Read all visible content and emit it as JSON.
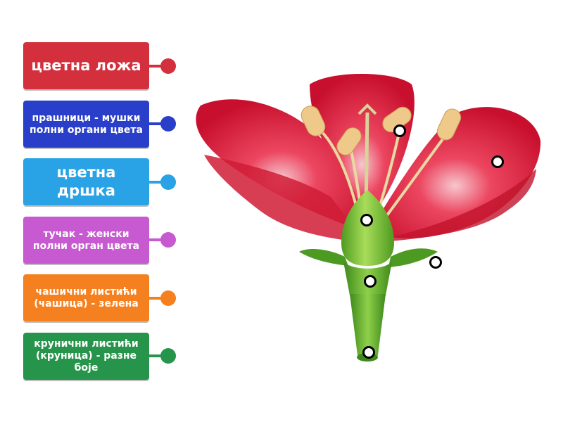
{
  "labels": [
    {
      "text": "цветна ложа",
      "color": "#d32f3c"
    },
    {
      "text": "прашници - мушки полни органи цвета",
      "color": "#2a3fc9"
    },
    {
      "text": "цветна дршка",
      "color": "#29a3e6"
    },
    {
      "text": "тучак - женски полни орган цвета",
      "color": "#c75ad1"
    },
    {
      "text": "чашични листићи (чашица) - зелена",
      "color": "#f5801f"
    },
    {
      "text": "крунични листићи (круница) - разне боје",
      "color": "#27944b"
    }
  ],
  "colors": {
    "petal": "#e0243f",
    "petal_dark": "#b8122a",
    "stem": "#5aa52a",
    "stem_light": "#8fcc3f",
    "anther": "#efc98a"
  }
}
